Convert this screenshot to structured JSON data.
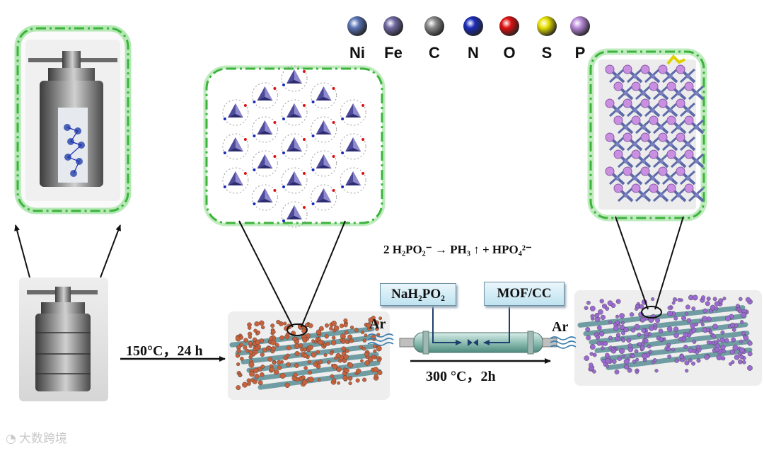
{
  "legend": [
    {
      "symbol": "Ni",
      "color": "#5a74b4"
    },
    {
      "symbol": "Fe",
      "color": "#6e6aa2"
    },
    {
      "symbol": "C",
      "color": "#8a8a8a"
    },
    {
      "symbol": "N",
      "color": "#1a2bb8"
    },
    {
      "symbol": "O",
      "color": "#e01010"
    },
    {
      "symbol": "S",
      "color": "#e8e000"
    },
    {
      "symbol": "P",
      "color": "#b888d8"
    }
  ],
  "step1": {
    "condition": "150°C，24 h"
  },
  "reaction": {
    "equation": "2 H₂PO₂⁻ → PH₃ ↑ + HPO₄²⁻"
  },
  "furnace": {
    "reagent_box": "NaH₂PO₂",
    "sample_box": "MOF/CC",
    "gas_in": "Ar",
    "gas_out": "Ar",
    "condition": "300 °C，2h"
  },
  "watermark": "大数跨境",
  "colors": {
    "frame": "#3cb43c",
    "mof_particles": "#c8623c",
    "phosphide_particles": "#9a6ad0",
    "carbon_cloth": "#5a8f96"
  }
}
